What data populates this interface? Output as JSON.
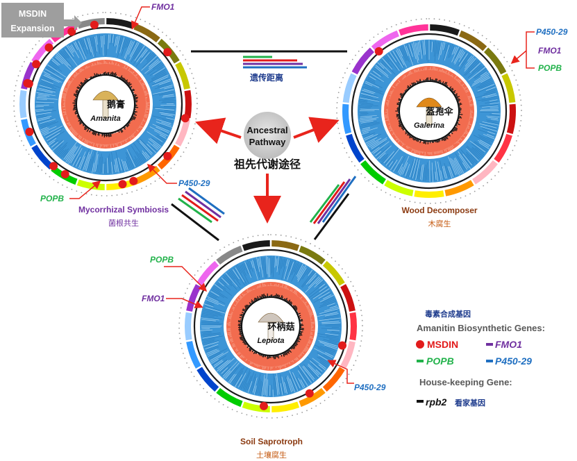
{
  "msdin_expansion": "MSDIN Expansion",
  "genetic_distance": "遗传距离",
  "ancestral": {
    "en_line1": "Ancestral",
    "en_line2": "Pathway",
    "zh": "祖先代谢途径"
  },
  "genomes": [
    {
      "id": "amanita",
      "species": "Amanita",
      "species_zh": "鹅膏",
      "lifestyle_en": "Mycorrhizal Symbiosis",
      "lifestyle_zh": "菌根共生",
      "outer_ring_colors": [
        "#1a1a1a",
        "#8b6914",
        "#7a7a10",
        "#c8c800",
        "#cc1111",
        "#ffb6c1",
        "#ff6600",
        "#ff9900",
        "#ffee00",
        "#ccff00",
        "#00cc00",
        "#0044cc",
        "#3399ff",
        "#99ccff",
        "#9933cc",
        "#ee66ee",
        "#ff3399",
        "#888888"
      ]
    },
    {
      "id": "galerina",
      "species": "Galerina",
      "species_zh": "盔孢伞",
      "lifestyle_en": "Wood Decomposer",
      "lifestyle_zh": "木腐生",
      "outer_ring_colors": [
        "#1a1a1a",
        "#8b6914",
        "#7a7a10",
        "#c8c800",
        "#cc1111",
        "#ff3344",
        "#ffb6c1",
        "#ff9900",
        "#ffee00",
        "#ccff00",
        "#00cc00",
        "#0044cc",
        "#3399ff",
        "#99ccff",
        "#9933cc",
        "#ee66ee",
        "#ff3399"
      ]
    },
    {
      "id": "lepiota",
      "species": "Lepiota",
      "species_zh": "环柄菇",
      "lifestyle_en": "Soil Saprotroph",
      "lifestyle_zh": "土壤腐生",
      "outer_ring_colors": [
        "#8b6914",
        "#7a7a10",
        "#c8c800",
        "#cc1111",
        "#ff3344",
        "#ffb6c1",
        "#ff6600",
        "#ff9900",
        "#ffee00",
        "#ccff00",
        "#00cc00",
        "#0044cc",
        "#3399ff",
        "#99ccff",
        "#9933cc",
        "#ee66ee",
        "#888888",
        "#1a1a1a"
      ]
    }
  ],
  "gene_labels": {
    "amanita_fmo1": "FMO1",
    "amanita_popb": "POPB",
    "amanita_p450": "P450-29",
    "galerina_p450": "P450-29",
    "galerina_fmo1": "FMO1",
    "galerina_popb": "POPB",
    "lepiota_popb": "POPB",
    "lepiota_fmo1": "FMO1",
    "lepiota_p450": "P450-29"
  },
  "legend": {
    "title_zh": "毒素合成基因",
    "title_en": "Amanitin Biosynthetic Genes:",
    "msdin": "MSDIN",
    "fmo1": "FMO1",
    "popb": "POPB",
    "p450": "P450-29",
    "housekeeping": "House-keeping Gene:",
    "rpb2": "rpb2",
    "rpb2_zh": "看家基因"
  },
  "colors": {
    "msdin": "#e21b1b",
    "fmo1": "#7030a0",
    "popb": "#21b24a",
    "p450": "#1f6fc1",
    "rpb2": "#111111",
    "inner_salmon": "#f26c4f",
    "ring_blue": "#3d95d6",
    "arrow_red": "#e8241c"
  }
}
